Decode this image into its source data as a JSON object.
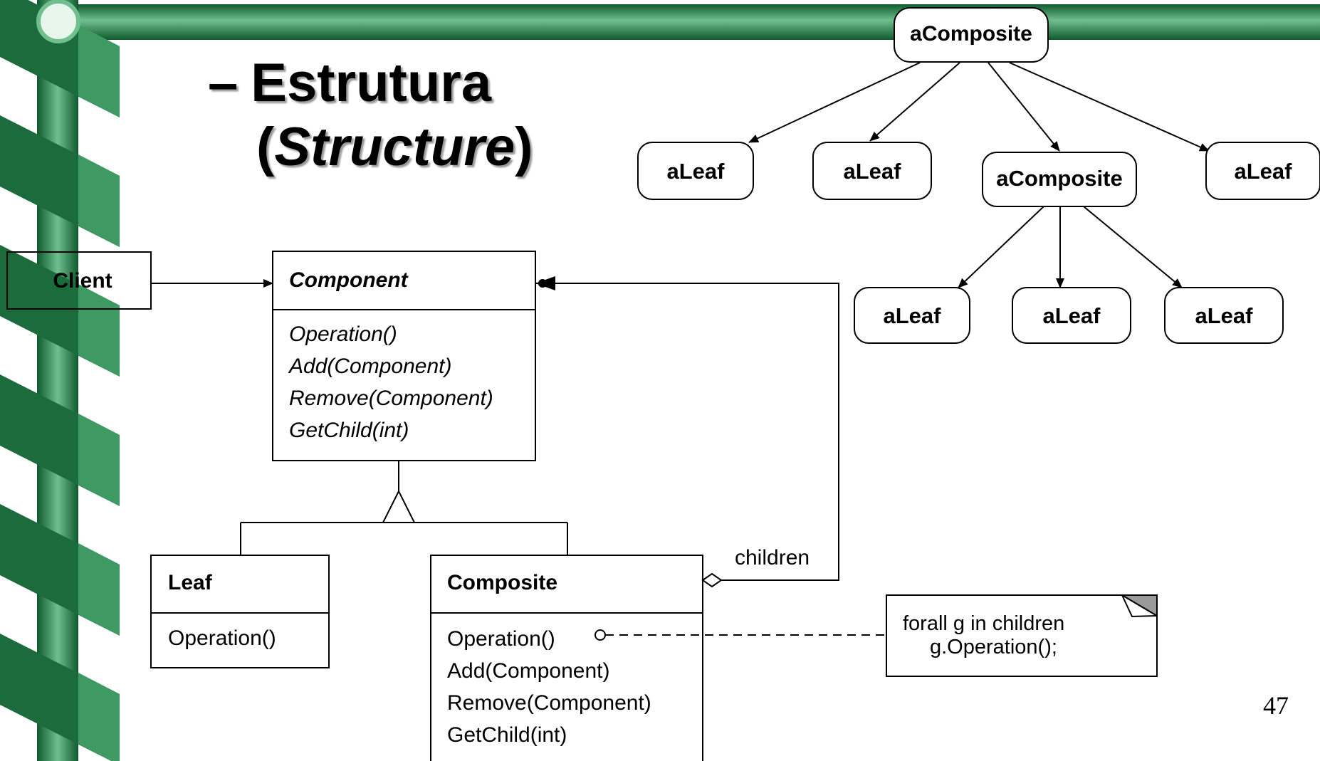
{
  "slide": {
    "heading_dash": "–",
    "heading_word": "Estrutura",
    "heading_paren_open": "(",
    "heading_english": "Structure",
    "heading_paren_close": ")",
    "page_number": "47"
  },
  "class_diagram": {
    "client": {
      "name": "Client"
    },
    "component": {
      "name": "Component",
      "operations": [
        "Operation()",
        "Add(Component)",
        "Remove(Component)",
        "GetChild(int)"
      ]
    },
    "leaf": {
      "name": "Leaf",
      "operations": [
        "Operation()"
      ]
    },
    "composite": {
      "name": "Composite",
      "operations": [
        "Operation()",
        "Add(Component)",
        "Remove(Component)",
        "GetChild(int)"
      ]
    },
    "aggregation_label": "children",
    "note_lines": [
      "forall g in children",
      "g.Operation();"
    ]
  },
  "object_diagram": {
    "root": "aComposite",
    "level1": [
      "aLeaf",
      "aLeaf",
      "aComposite",
      "aLeaf"
    ],
    "level2": [
      "aLeaf",
      "aLeaf",
      "aLeaf"
    ]
  },
  "colors": {
    "band_dark": "#0f5a2c",
    "band_light": "#6fbf8f",
    "ribbon_dark": "#1c6b3c",
    "ribbon_light": "#3e9a62"
  }
}
